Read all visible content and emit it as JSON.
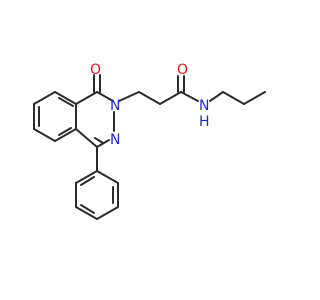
{
  "molecule": {
    "atom_labels": {
      "carbonyl_oxygen_ring": "O",
      "carbonyl_oxygen_amide": "O",
      "ring_nitrogen_n2": "N",
      "ring_nitrogen_n3": "N",
      "amide_nitrogen": "N",
      "amide_hydrogen": "H"
    },
    "colors": {
      "bond": "#2b2b2b",
      "oxygen": "#e0161b",
      "nitrogen": "#2329c9",
      "background": "#ffffff"
    }
  }
}
